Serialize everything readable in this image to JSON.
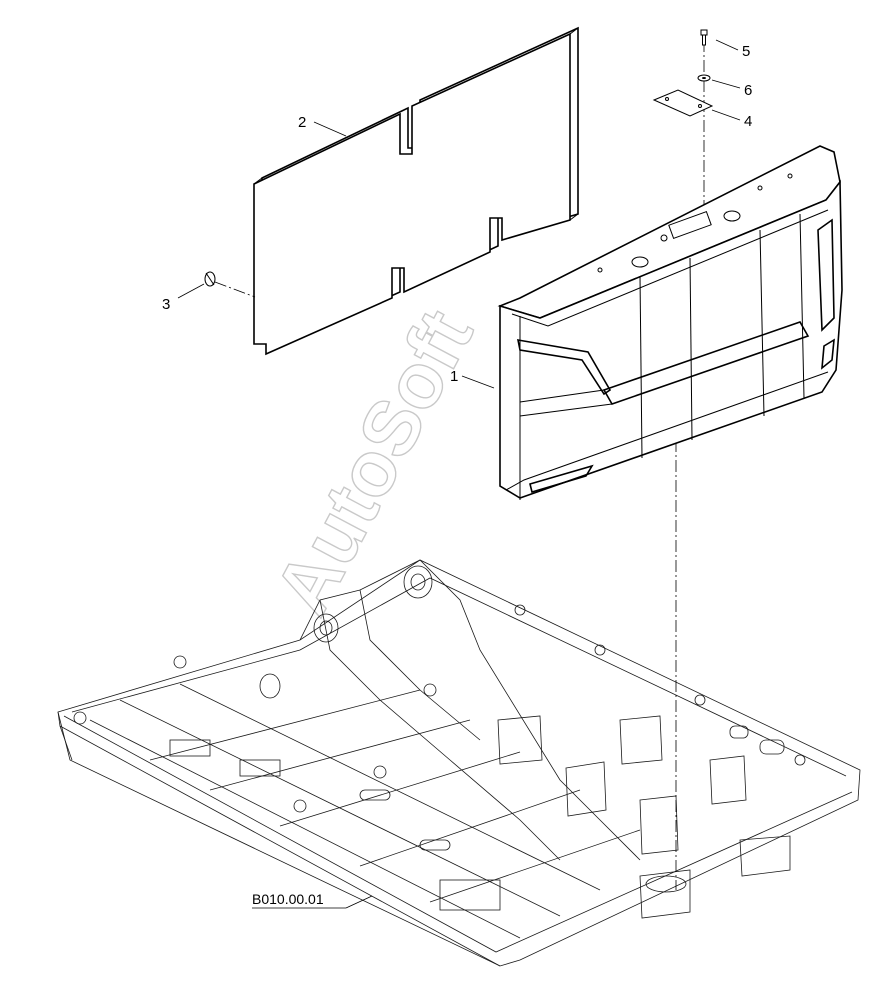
{
  "callouts": {
    "part_1": "1",
    "part_2": "2",
    "part_3": "3",
    "part_4": "4",
    "part_5": "5",
    "part_6": "6"
  },
  "reference_label": "B010.00.01",
  "watermark": "AutoSoft"
}
